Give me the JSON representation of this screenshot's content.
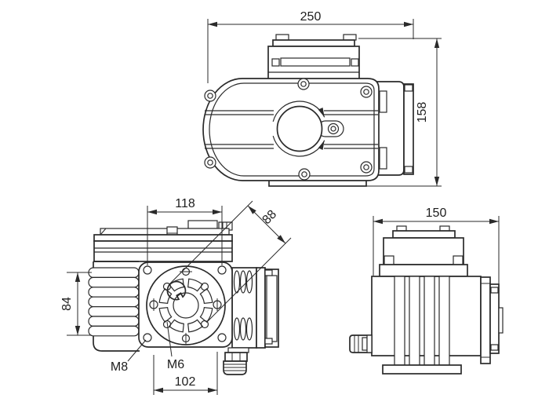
{
  "meta": {
    "background_color": "#ffffff",
    "line_color": "#2a2a2a",
    "drawing_type": "three-view dimensional line drawing"
  },
  "dimensions": {
    "top_width": "250",
    "top_height": "158",
    "flange_top_spacing": "118",
    "diagonal_spacing": "88",
    "left_height": "84",
    "corner_thread": "M8",
    "inner_thread": "M6",
    "bottom_spacing": "102",
    "side_width": "150"
  }
}
